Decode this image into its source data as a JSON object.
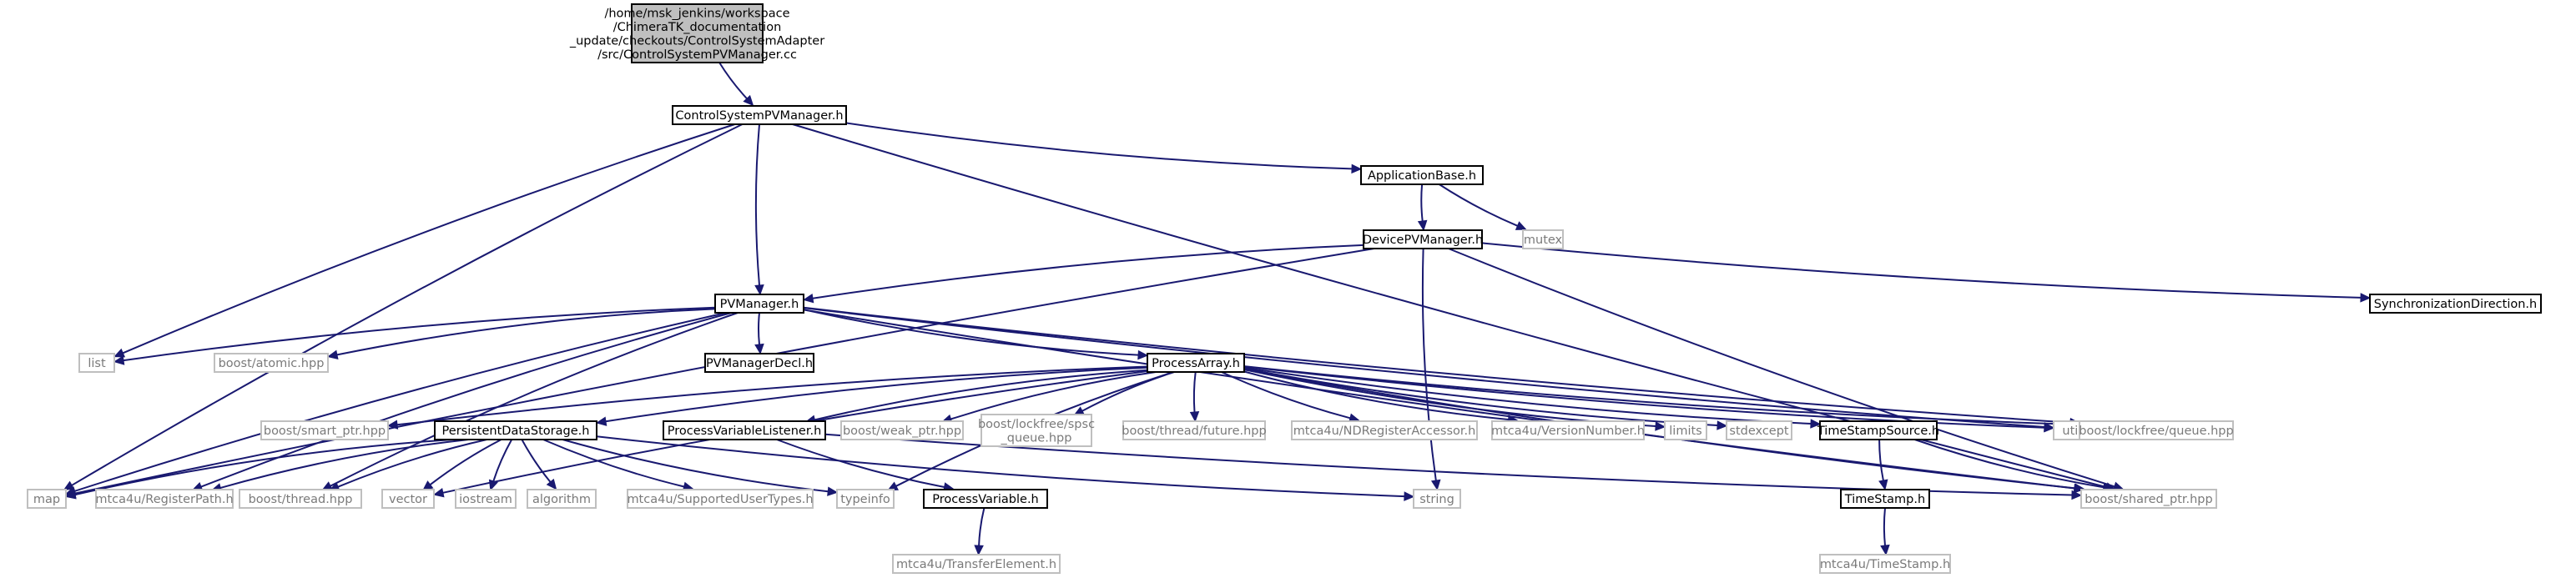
{
  "title": "",
  "colors": {
    "edge": "#191970",
    "root_fill": "#bfbfbf",
    "local_border": "#000000",
    "ext_border": "#bfbfbf",
    "ext_text": "#7a7a7a"
  },
  "nodes": {
    "root": {
      "lines": [
        "/home/msk_jenkins/workspace",
        "/ChimeraTK_documentation",
        "_update/checkouts/ControlSystemAdapter",
        "/src/ControlSystemPVManager.cc"
      ],
      "kind": "root"
    },
    "cspvm": {
      "lines": [
        "ControlSystemPVManager.h"
      ],
      "kind": "local"
    },
    "appbase": {
      "lines": [
        "ApplicationBase.h"
      ],
      "kind": "local"
    },
    "mutex": {
      "lines": [
        "mutex"
      ],
      "kind": "ext"
    },
    "devpvm": {
      "lines": [
        "DevicePVManager.h"
      ],
      "kind": "local"
    },
    "pvm": {
      "lines": [
        "PVManager.h"
      ],
      "kind": "local"
    },
    "syncdir": {
      "lines": [
        "SynchronizationDirection.h"
      ],
      "kind": "local"
    },
    "list": {
      "lines": [
        "list"
      ],
      "kind": "ext"
    },
    "atomic": {
      "lines": [
        "boost/atomic.hpp"
      ],
      "kind": "ext"
    },
    "pvmdecl": {
      "lines": [
        "PVManagerDecl.h"
      ],
      "kind": "local"
    },
    "procarr": {
      "lines": [
        "ProcessArray.h"
      ],
      "kind": "local"
    },
    "smartptr": {
      "lines": [
        "boost/smart_ptr.hpp"
      ],
      "kind": "ext"
    },
    "persist": {
      "lines": [
        "PersistentDataStorage.h"
      ],
      "kind": "local"
    },
    "pvlisten": {
      "lines": [
        "ProcessVariableListener.h"
      ],
      "kind": "local"
    },
    "weakptr": {
      "lines": [
        "boost/weak_ptr.hpp"
      ],
      "kind": "ext"
    },
    "spsc": {
      "lines": [
        "boost/lockfree/spsc",
        "_queue.hpp"
      ],
      "kind": "ext"
    },
    "future": {
      "lines": [
        "boost/thread/future.hpp"
      ],
      "kind": "ext"
    },
    "ndreg": {
      "lines": [
        "mtca4u/NDRegisterAccessor.h"
      ],
      "kind": "ext"
    },
    "vernum": {
      "lines": [
        "mtca4u/VersionNumber.h"
      ],
      "kind": "ext"
    },
    "limits": {
      "lines": [
        "limits"
      ],
      "kind": "ext"
    },
    "stdexcept": {
      "lines": [
        "stdexcept"
      ],
      "kind": "ext"
    },
    "tssource": {
      "lines": [
        "TimeStampSource.h"
      ],
      "kind": "local"
    },
    "utility": {
      "lines": [
        "utility"
      ],
      "kind": "ext"
    },
    "lfqueue": {
      "lines": [
        "boost/lockfree/queue.hpp"
      ],
      "kind": "ext"
    },
    "map": {
      "lines": [
        "map"
      ],
      "kind": "ext"
    },
    "regpath": {
      "lines": [
        "mtca4u/RegisterPath.h"
      ],
      "kind": "ext"
    },
    "thread": {
      "lines": [
        "boost/thread.hpp"
      ],
      "kind": "ext"
    },
    "vector": {
      "lines": [
        "vector"
      ],
      "kind": "ext"
    },
    "iostream": {
      "lines": [
        "iostream"
      ],
      "kind": "ext"
    },
    "algorithm": {
      "lines": [
        "algorithm"
      ],
      "kind": "ext"
    },
    "suptypes": {
      "lines": [
        "mtca4u/SupportedUserTypes.h"
      ],
      "kind": "ext"
    },
    "typeinfo": {
      "lines": [
        "typeinfo"
      ],
      "kind": "ext"
    },
    "pvar": {
      "lines": [
        "ProcessVariable.h"
      ],
      "kind": "local"
    },
    "string": {
      "lines": [
        "string"
      ],
      "kind": "ext"
    },
    "timestamp": {
      "lines": [
        "TimeStamp.h"
      ],
      "kind": "local"
    },
    "sharedptr": {
      "lines": [
        "boost/shared_ptr.hpp"
      ],
      "kind": "ext"
    },
    "transfer": {
      "lines": [
        "mtca4u/TransferElement.h"
      ],
      "kind": "ext"
    },
    "mtcats": {
      "lines": [
        "mtca4u/TimeStamp.h"
      ],
      "kind": "ext"
    }
  },
  "edges": [
    [
      "root",
      "cspvm"
    ],
    [
      "cspvm",
      "map"
    ],
    [
      "cspvm",
      "list"
    ],
    [
      "cspvm",
      "pvm"
    ],
    [
      "cspvm",
      "appbase"
    ],
    [
      "cspvm",
      "sharedptr"
    ],
    [
      "appbase",
      "devpvm"
    ],
    [
      "appbase",
      "mutex"
    ],
    [
      "devpvm",
      "pvm"
    ],
    [
      "devpvm",
      "map"
    ],
    [
      "devpvm",
      "syncdir"
    ],
    [
      "devpvm",
      "sharedptr"
    ],
    [
      "devpvm",
      "string"
    ],
    [
      "pvm",
      "list"
    ],
    [
      "pvm",
      "atomic"
    ],
    [
      "pvm",
      "pvmdecl"
    ],
    [
      "pvm",
      "procarr"
    ],
    [
      "pvm",
      "map"
    ],
    [
      "pvm",
      "regpath"
    ],
    [
      "pvm",
      "thread"
    ],
    [
      "pvm",
      "lfqueue"
    ],
    [
      "pvm",
      "utility"
    ],
    [
      "pvm",
      "sharedptr"
    ],
    [
      "procarr",
      "smartptr"
    ],
    [
      "procarr",
      "persist"
    ],
    [
      "procarr",
      "pvlisten"
    ],
    [
      "procarr",
      "weakptr"
    ],
    [
      "procarr",
      "spsc"
    ],
    [
      "procarr",
      "future"
    ],
    [
      "procarr",
      "ndreg"
    ],
    [
      "procarr",
      "vernum"
    ],
    [
      "procarr",
      "limits"
    ],
    [
      "procarr",
      "stdexcept"
    ],
    [
      "procarr",
      "tssource"
    ],
    [
      "procarr",
      "utility"
    ],
    [
      "procarr",
      "lfqueue"
    ],
    [
      "procarr",
      "typeinfo"
    ],
    [
      "procarr",
      "vector"
    ],
    [
      "procarr",
      "sharedptr"
    ],
    [
      "persist",
      "map"
    ],
    [
      "persist",
      "regpath"
    ],
    [
      "persist",
      "thread"
    ],
    [
      "persist",
      "vector"
    ],
    [
      "persist",
      "iostream"
    ],
    [
      "persist",
      "algorithm"
    ],
    [
      "persist",
      "suptypes"
    ],
    [
      "persist",
      "typeinfo"
    ],
    [
      "persist",
      "string"
    ],
    [
      "pvlisten",
      "pvar"
    ],
    [
      "pvlisten",
      "sharedptr"
    ],
    [
      "pvar",
      "transfer"
    ],
    [
      "tssource",
      "timestamp"
    ],
    [
      "tssource",
      "sharedptr"
    ],
    [
      "timestamp",
      "mtcats"
    ]
  ]
}
